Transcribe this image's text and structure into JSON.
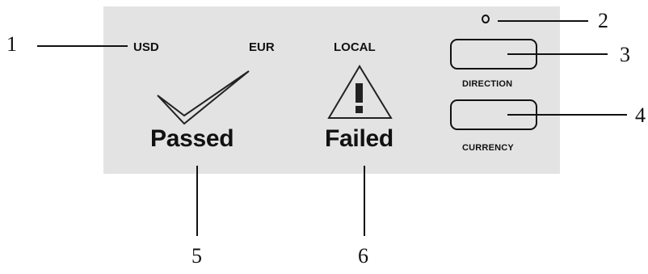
{
  "panel": {
    "currencies": {
      "usd": "USD",
      "eur": "EUR",
      "local": "LOCAL"
    },
    "passed_label": "Passed",
    "failed_label": "Failed",
    "direction_label": "DIRECTION",
    "currency_label": "CURRENCY"
  },
  "callouts": [
    "1",
    "2",
    "3",
    "4",
    "5",
    "6"
  ],
  "icons": {
    "passed": "checkmark-icon",
    "failed": "warning-triangle-icon",
    "indicator": "led-indicator-icon"
  }
}
